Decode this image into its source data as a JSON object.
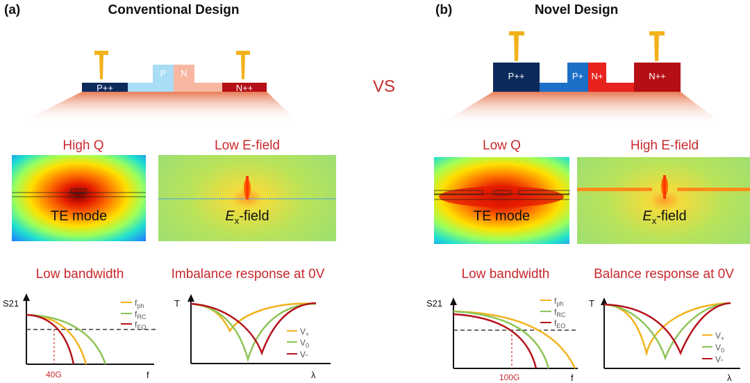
{
  "panels": {
    "a": {
      "letter": "(a)",
      "title": "Conventional Design",
      "doping": {
        "p_plus_plus": "P++",
        "p": "P",
        "n": "N",
        "n_plus_plus": "N++"
      },
      "mode_quality": "High Q",
      "efield_quality": "Low E-field",
      "mode_label": "TE mode",
      "efield_label_main": "E",
      "efield_label_sub": "x",
      "efield_label_suffix": "-field",
      "bandwidth_title": "Low bandwidth",
      "response_title": "Imbalance response at 0V",
      "s21_axis": "S21",
      "f_axis": "f",
      "freq_marker": "40G",
      "legend_bw": [
        {
          "main": "f",
          "sub": "ph",
          "color": "#f2b21c"
        },
        {
          "main": "f",
          "sub": "RC",
          "color": "#8dc457"
        },
        {
          "main": "f",
          "sub": "EO",
          "color": "#b5121b"
        }
      ],
      "t_axis": "T",
      "lambda_axis": "λ",
      "legend_resp": [
        {
          "main": "V",
          "sub": "+",
          "color": "#f2b21c"
        },
        {
          "main": "V",
          "sub": "0",
          "color": "#8dc457"
        },
        {
          "main": "V-",
          "sub": "",
          "color": "#b5121b"
        }
      ]
    },
    "b": {
      "letter": "(b)",
      "title": "Novel Design",
      "doping": {
        "p_plus_plus": "P++",
        "p_plus": "P+",
        "n_plus": "N+",
        "n_plus_plus": "N++"
      },
      "mode_quality": "Low Q",
      "efield_quality": "High E-field",
      "mode_label": "TE mode",
      "efield_label_main": "E",
      "efield_label_sub": "x",
      "efield_label_suffix": "-field",
      "bandwidth_title": "Low bandwidth",
      "response_title": "Balance response at 0V",
      "s21_axis": "S21",
      "f_axis": "f",
      "freq_marker": "100G",
      "legend_bw": [
        {
          "main": "f",
          "sub": "ph",
          "color": "#f2b21c"
        },
        {
          "main": "f",
          "sub": "RC",
          "color": "#8dc457"
        },
        {
          "main": "f",
          "sub": "EO",
          "color": "#b5121b"
        }
      ],
      "t_axis": "T",
      "lambda_axis": "λ",
      "legend_resp": [
        {
          "main": "V",
          "sub": "+",
          "color": "#f2b21c"
        },
        {
          "main": "V",
          "sub": "0",
          "color": "#8dc457"
        },
        {
          "main": "V-",
          "sub": "",
          "color": "#b5121b"
        }
      ]
    }
  },
  "vs_label": "VS",
  "colors": {
    "accent_red": "#c8282d",
    "electrode": "#f2b21c",
    "p_dark": "#0d2a5c",
    "n_dark": "#b50f16"
  }
}
